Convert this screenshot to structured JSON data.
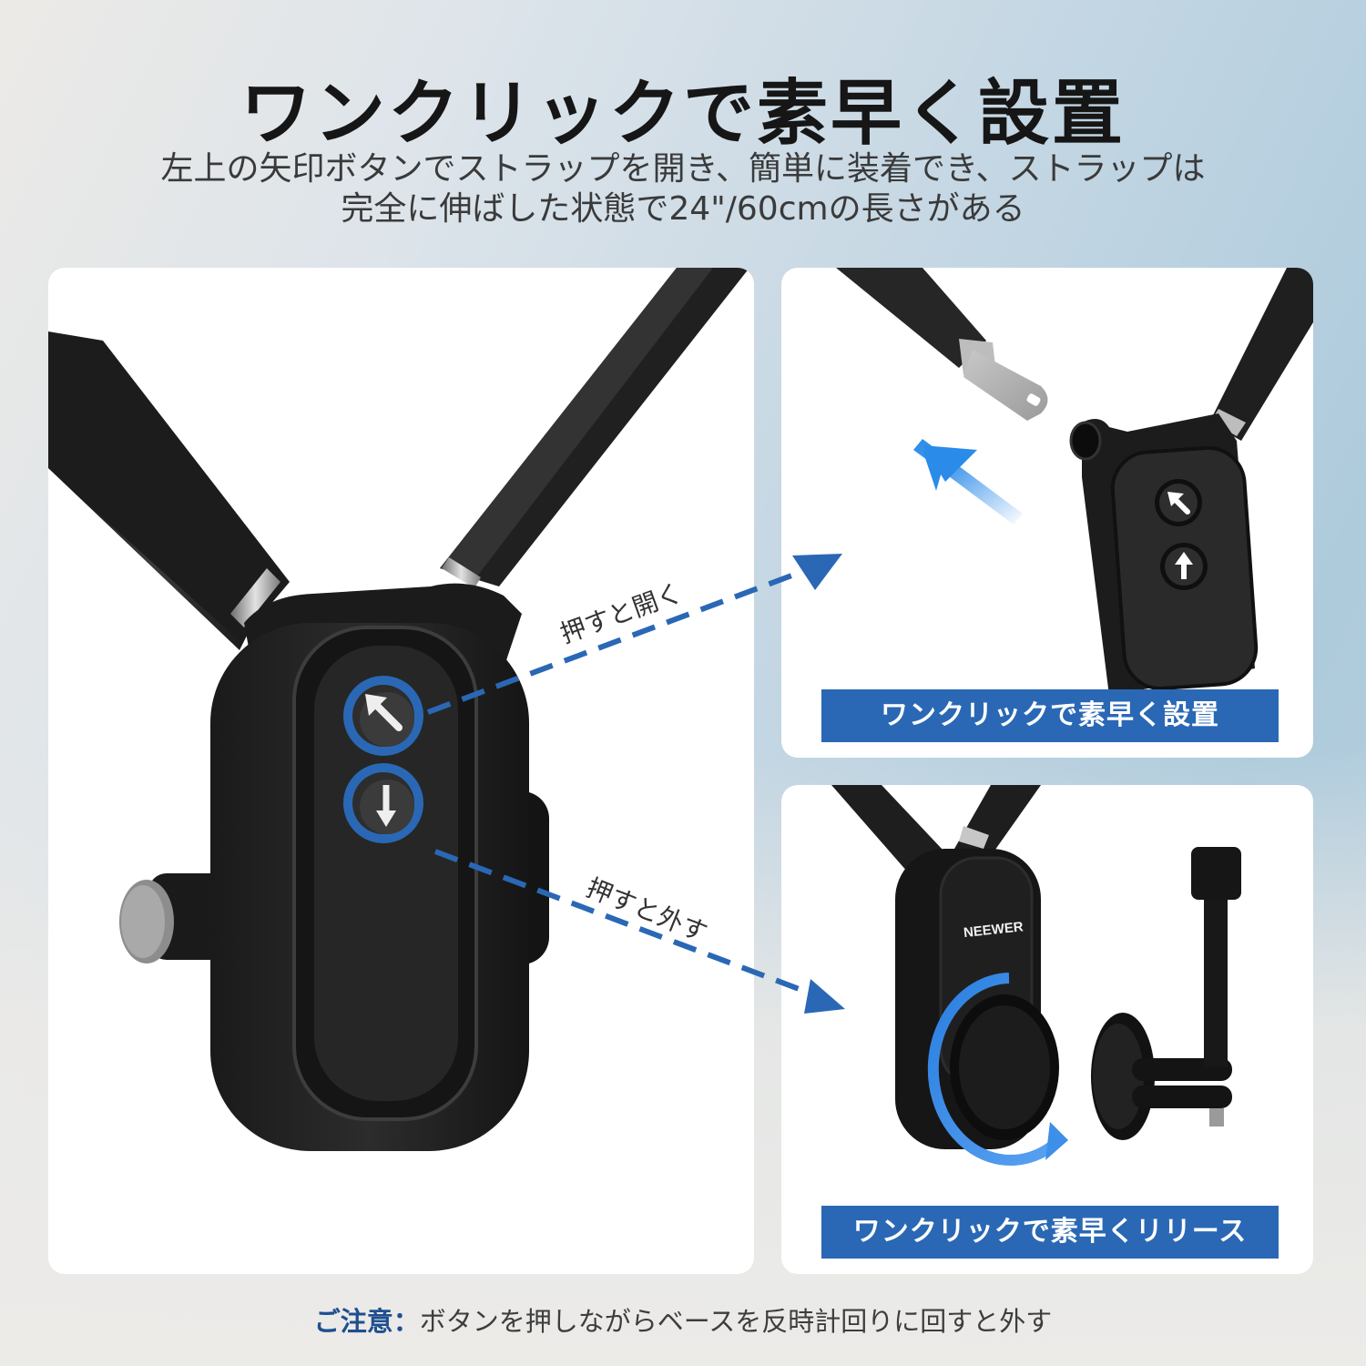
{
  "header": {
    "title": "ワンクリックで素早く設置",
    "subtitle_line1": "左上の矢印ボタンでストラップを開き、簡単に装着でき、ストラップは",
    "subtitle_line2": "完全に伸ばした状態で24\"/60cmの長さがある"
  },
  "panels": {
    "left": {
      "callout_open": "押すと開く",
      "callout_detach": "押すと外す",
      "buttons": [
        {
          "icon": "arrow-up-left-icon",
          "glyph": "↖"
        },
        {
          "icon": "arrow-down-icon",
          "glyph": "↓"
        }
      ]
    },
    "top_right": {
      "caption": "ワンクリックで素早く設置",
      "buttons": [
        {
          "icon": "arrow-up-left-icon",
          "glyph": "↖"
        },
        {
          "icon": "arrow-up-icon",
          "glyph": "↑"
        }
      ]
    },
    "bottom_right": {
      "caption": "ワンクリックで素早くリリース",
      "brand": "NEEWER",
      "brand_mark": "®"
    }
  },
  "note": {
    "label": "ご注意：",
    "text": "ボタンを押しながらベースを反時計回りに回すと外す"
  },
  "colors": {
    "accent_blue": "#2a68b5",
    "note_label": "#1f4f8f",
    "title": "#161616",
    "device": "#1e1e1e"
  }
}
